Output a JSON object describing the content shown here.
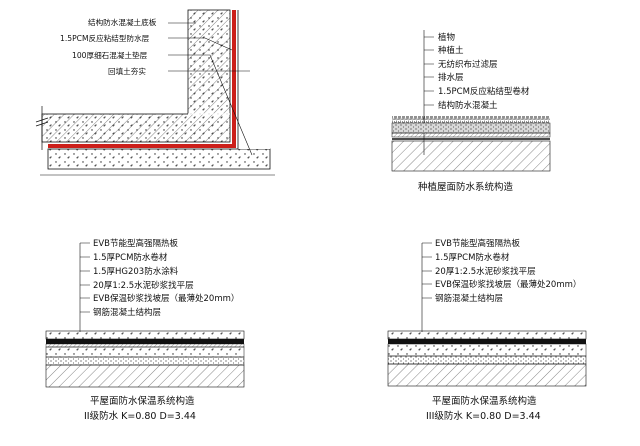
{
  "diagram_basement": {
    "labels": [
      "结构防水混凝土底板",
      "1.5PCM反应粘结型防水层",
      "100厚细石混凝土垫层",
      "回填土夯实"
    ]
  },
  "diagram_planting_roof": {
    "labels": [
      "植物",
      "种植土",
      "无纺织布过滤层",
      "排水层",
      "1.5PCM反应粘结型卷材",
      "结构防水混凝土"
    ],
    "caption": "种植屋面防水系统构造"
  },
  "diagram_flat_roof_2": {
    "labels": [
      "EVB节能型高强隔热板",
      "1.5厚PCM防水卷材",
      "1.5厚HG203防水涂料",
      "20厚1:2.5水泥砂浆找平层",
      "EVB保温砂浆找坡层（最薄处20mm）",
      "钢筋混凝土结构层"
    ],
    "caption": "平屋面防水保温系统构造",
    "caption2": "II级防水 K=0.80 D=3.44"
  },
  "diagram_flat_roof_3": {
    "labels": [
      "EVB节能型高强隔热板",
      "1.5厚PCM防水卷材",
      "20厚1:2.5水泥砂浆找平层",
      "EVB保温砂浆找坡层（最薄处20mm）",
      "钢筋混凝土结构层"
    ],
    "caption": "平屋面防水保温系统构造",
    "caption2": "III级防水 K=0.80 D=3.44"
  },
  "colors": {
    "membrane": "#cc1f1a",
    "line": "#111111"
  }
}
